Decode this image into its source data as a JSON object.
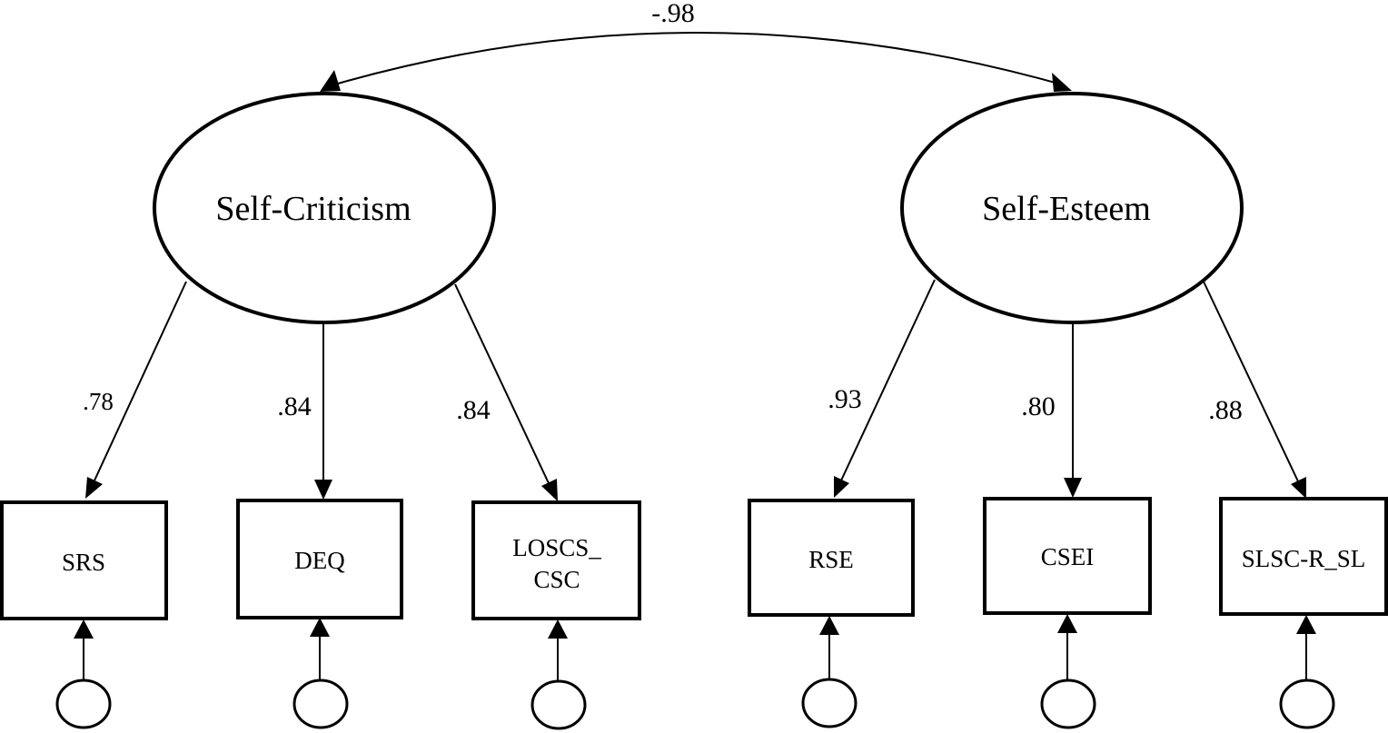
{
  "covariance": {
    "label": "-.98"
  },
  "latents": [
    {
      "id": "self-criticism",
      "label": "Self-Criticism"
    },
    {
      "id": "self-esteem",
      "label": "Self-Esteem"
    }
  ],
  "observed": [
    {
      "id": "srs",
      "label": "SRS"
    },
    {
      "id": "deq",
      "label": "DEQ"
    },
    {
      "id": "loscs-csc",
      "label_line1": "LOSCS_",
      "label_line2": "CSC"
    },
    {
      "id": "rse",
      "label": "RSE"
    },
    {
      "id": "csei",
      "label": "CSEI"
    },
    {
      "id": "slsc-r-sl",
      "label": "SLSC-R_SL"
    }
  ],
  "loadings": [
    {
      "from": "self-criticism",
      "to": "srs",
      "value": ".78"
    },
    {
      "from": "self-criticism",
      "to": "deq",
      "value": ".84"
    },
    {
      "from": "self-criticism",
      "to": "loscs-csc",
      "value": ".84"
    },
    {
      "from": "self-esteem",
      "to": "rse",
      "value": ".93"
    },
    {
      "from": "self-esteem",
      "to": "csei",
      "value": ".80"
    },
    {
      "from": "self-esteem",
      "to": "slsc-r-sl",
      "value": ".88"
    }
  ]
}
